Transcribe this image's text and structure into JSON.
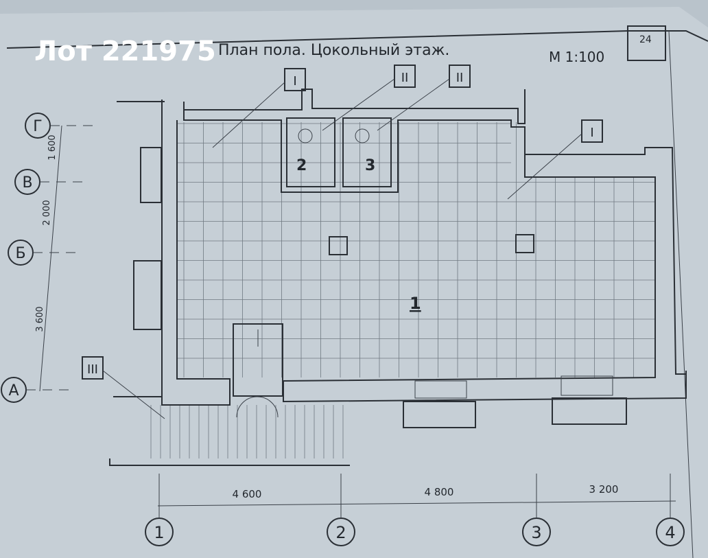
{
  "watermark": "Лот 221975",
  "sheet": {
    "title": "План пола. Цокольный этаж.",
    "scale": "М 1:100",
    "page_number": "24"
  },
  "floor_type_markers": [
    "I",
    "II",
    "II",
    "I",
    "III"
  ],
  "rooms": [
    "1",
    "2",
    "3"
  ],
  "axes_horizontal": [
    "1",
    "2",
    "3",
    "4"
  ],
  "axes_vertical": [
    "Г",
    "В",
    "Б",
    "А"
  ],
  "dimensions_horizontal": [
    "4 600",
    "4 800",
    "3 200"
  ],
  "dimensions_vertical": [
    "1 600",
    "2 000",
    "3 600"
  ],
  "colors": {
    "paper": "#c4cdd4",
    "ink": "#2a2f35"
  }
}
